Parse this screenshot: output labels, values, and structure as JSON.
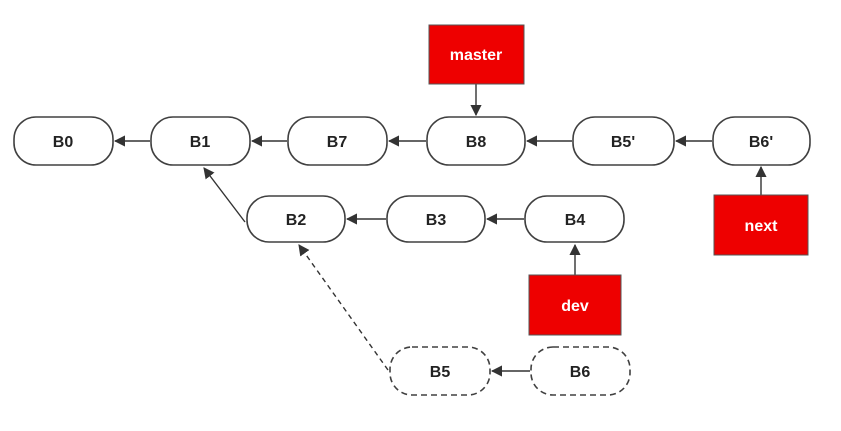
{
  "commits": {
    "b0": "B0",
    "b1": "B1",
    "b7": "B7",
    "b8": "B8",
    "b5p": "B5'",
    "b6p": "B6'",
    "b2": "B2",
    "b3": "B3",
    "b4": "B4",
    "b5": "B5",
    "b6": "B6"
  },
  "branches": {
    "master": "master",
    "dev": "dev",
    "next": "next"
  },
  "colors": {
    "branch_fill": "#ee0000",
    "node_stroke": "#404040",
    "edge": "#333333"
  }
}
